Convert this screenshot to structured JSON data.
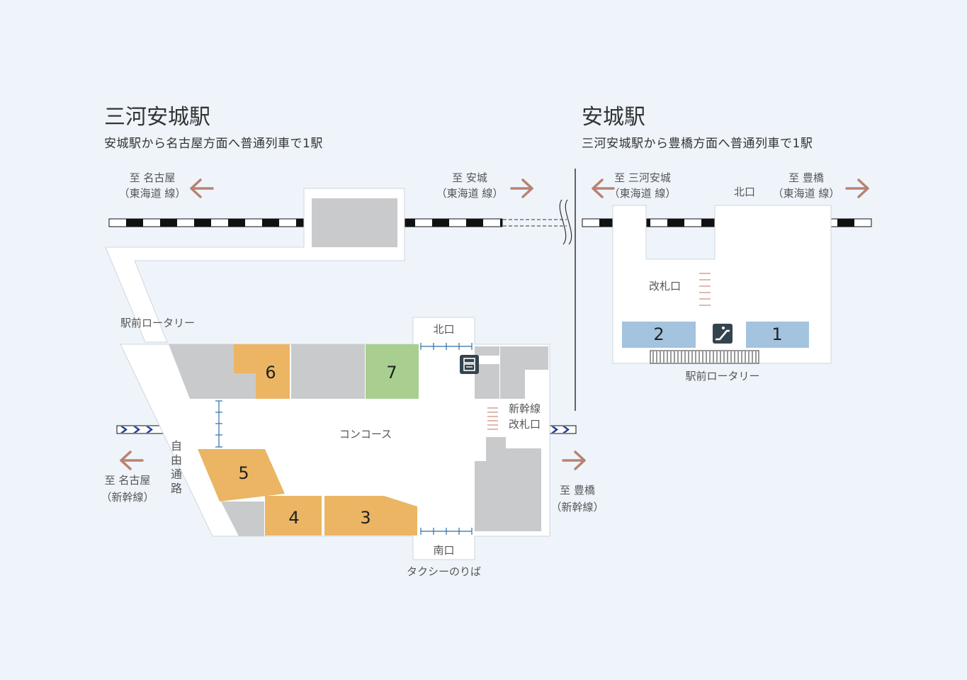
{
  "left_station": {
    "title": "三河安城駅",
    "subtitle": "安城駅から名古屋方面へ普通列車で1駅",
    "labels": {
      "to_nagoya_tokaido_line1": "至 名古屋",
      "to_nagoya_tokaido_line2": "（東海道 線）",
      "to_anjo_line1": "至 安城",
      "to_anjo_line2": "（東海道 線）",
      "rotary": "駅前ロータリー",
      "north_exit": "北口",
      "south_exit": "南口",
      "taxi": "タクシーのりば",
      "concourse": "コンコース",
      "free_passage": "自由通路",
      "shinkansen_gate_line1": "新幹線",
      "shinkansen_gate_line2": "改札口",
      "to_nagoya_shinkansen_line1": "至 名古屋",
      "to_nagoya_shinkansen_line2": "（新幹線）",
      "to_toyohashi_shinkansen_line1": "至 豊橋",
      "to_toyohashi_shinkansen_line2": "（新幹線）"
    },
    "shops": [
      "6",
      "7",
      "5",
      "4",
      "3"
    ]
  },
  "right_station": {
    "title": "安城駅",
    "subtitle": "三河安城駅から豊橋方面へ普通列車で1駅",
    "labels": {
      "to_mikawaanjo_line1": "至 三河安城",
      "to_mikawaanjo_line2": "（東海道 線）",
      "north_exit": "北口",
      "to_toyohashi_line1": "至 豊橋",
      "to_toyohashi_line2": "（東海道 線）",
      "ticket_gate": "改札口",
      "rotary": "駅前ロータリー"
    },
    "shops": [
      "2",
      "1"
    ]
  },
  "colors": {
    "background": "#eef4fa",
    "building": "#ffffff",
    "block_gray": "#c9cacc",
    "shop_orange": "#ebb563",
    "shop_green": "#a8cf8f",
    "shop_blue": "#a3c3de",
    "arrow": "#b88272",
    "rail_dark": "#111111",
    "shinkansen_blue": "#1f3e8f",
    "gate_blue": "#2f6fa8"
  },
  "icons": [
    "arrow-left-icon",
    "arrow-right-icon",
    "escalator-icon",
    "ticket-machine-icon"
  ]
}
